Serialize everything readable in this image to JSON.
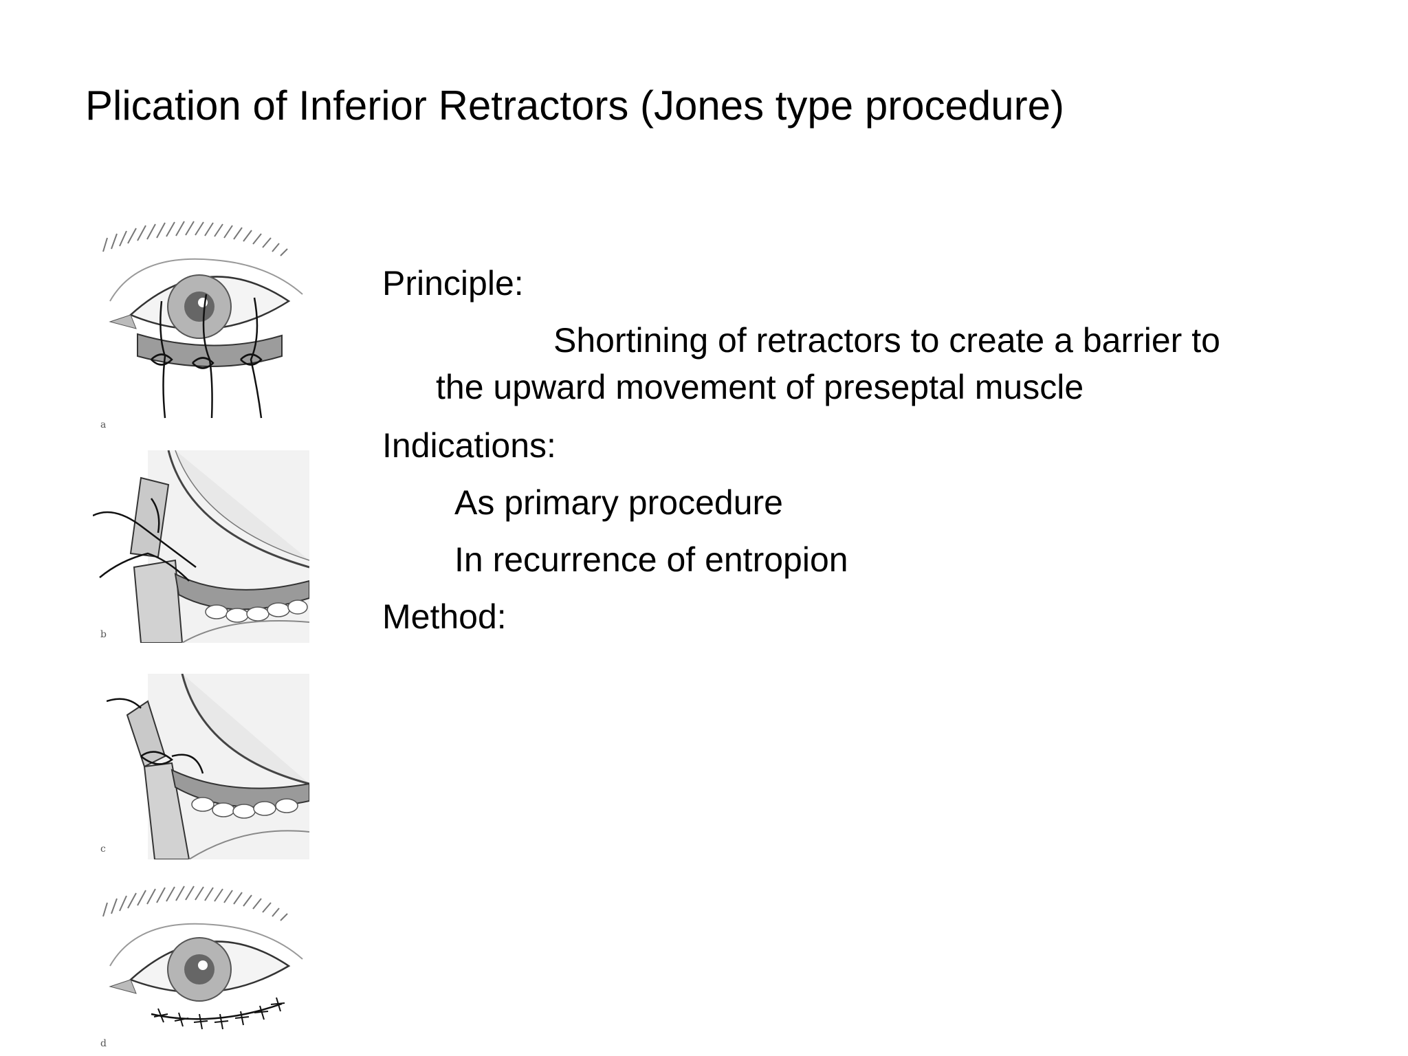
{
  "slide": {
    "title": "Plication of Inferior Retractors (Jones type procedure)",
    "principle_heading": "Principle:",
    "principle_text_line1": "Shortining of retractors to create  a barrier to",
    "principle_text_line2": "the upward movement of preseptal muscle",
    "indications_heading": "Indications:",
    "indications": [
      "As primary procedure",
      "In recurrence of entropion"
    ],
    "method_heading": "Method:"
  },
  "figure": {
    "panel_labels": [
      "a",
      "b",
      "c",
      "d"
    ],
    "icons": [
      "eye-sutures-illustration",
      "eyelid-cross-section-illustration",
      "eyelid-cross-section-plicated-illustration",
      "eye-closed-incision-illustration"
    ]
  }
}
